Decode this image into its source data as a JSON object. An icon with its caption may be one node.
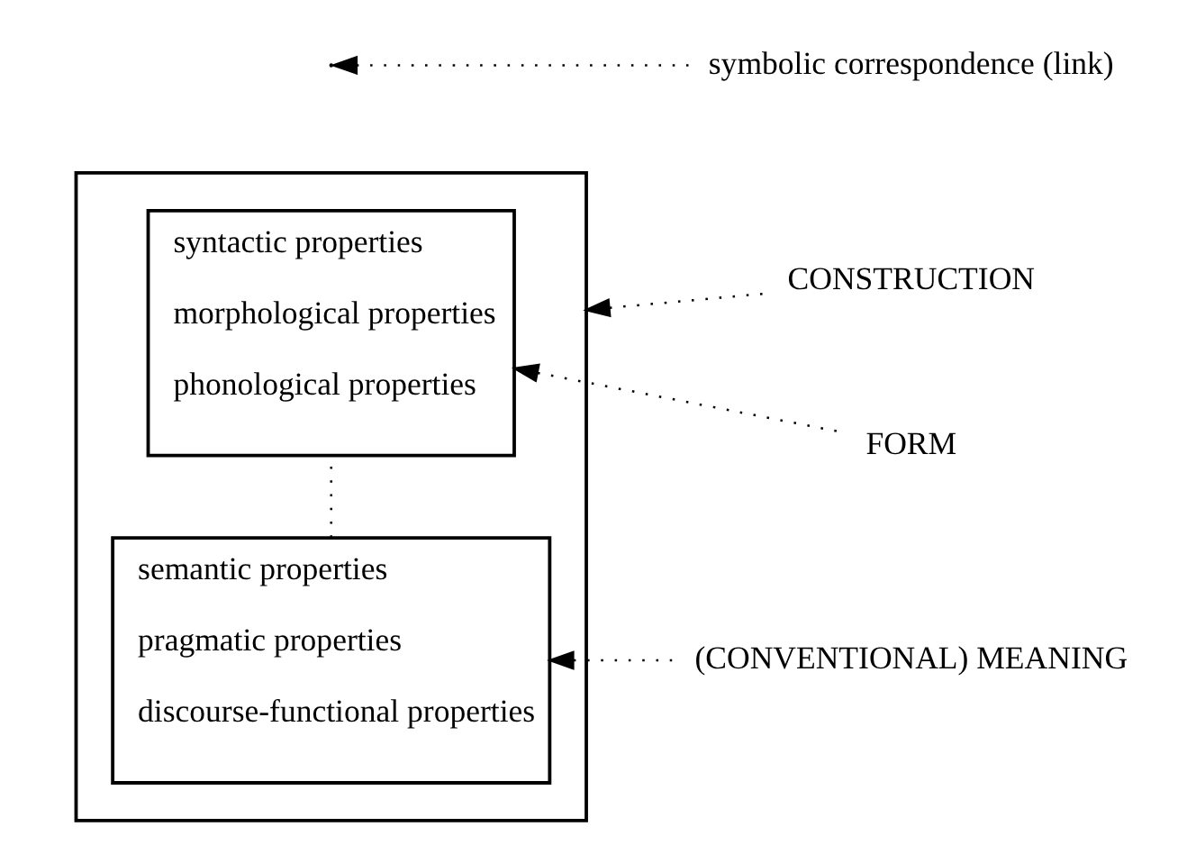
{
  "diagram": {
    "nodes": [
      {
        "text": [],
        "shape": "box"
      },
      {
        "text": [
          "syntactic properties",
          "morphological properties",
          "phonological properties"
        ],
        "in": 0
      },
      {
        "text": [
          "semantic properties",
          "pragmatic properties",
          "discourse-functional properties"
        ],
        "in": 0
      },
      {
        "text": [
          "CONSTRUCTION"
        ]
      },
      {
        "text": [
          "FORM"
        ]
      },
      {
        "text": [
          "symbolic correspondence (link)"
        ]
      },
      {
        "text": [
          "(CONVENTIONAL) MEANING"
        ]
      }
    ],
    "edges": [
      {
        "from": 1,
        "to": 2,
        "arrow": "none",
        "style": "dashed"
      },
      {
        "from": 3,
        "to": 0,
        "arrow": "to",
        "style": "dashed"
      },
      {
        "from": 4,
        "to": 1,
        "arrow": "to",
        "style": "dashed"
      },
      {
        "from": 5,
        "to": null,
        "arrow": "to",
        "style": "dashed"
      },
      {
        "from": 6,
        "to": 2,
        "arrow": "to",
        "style": "dashed"
      }
    ]
  }
}
